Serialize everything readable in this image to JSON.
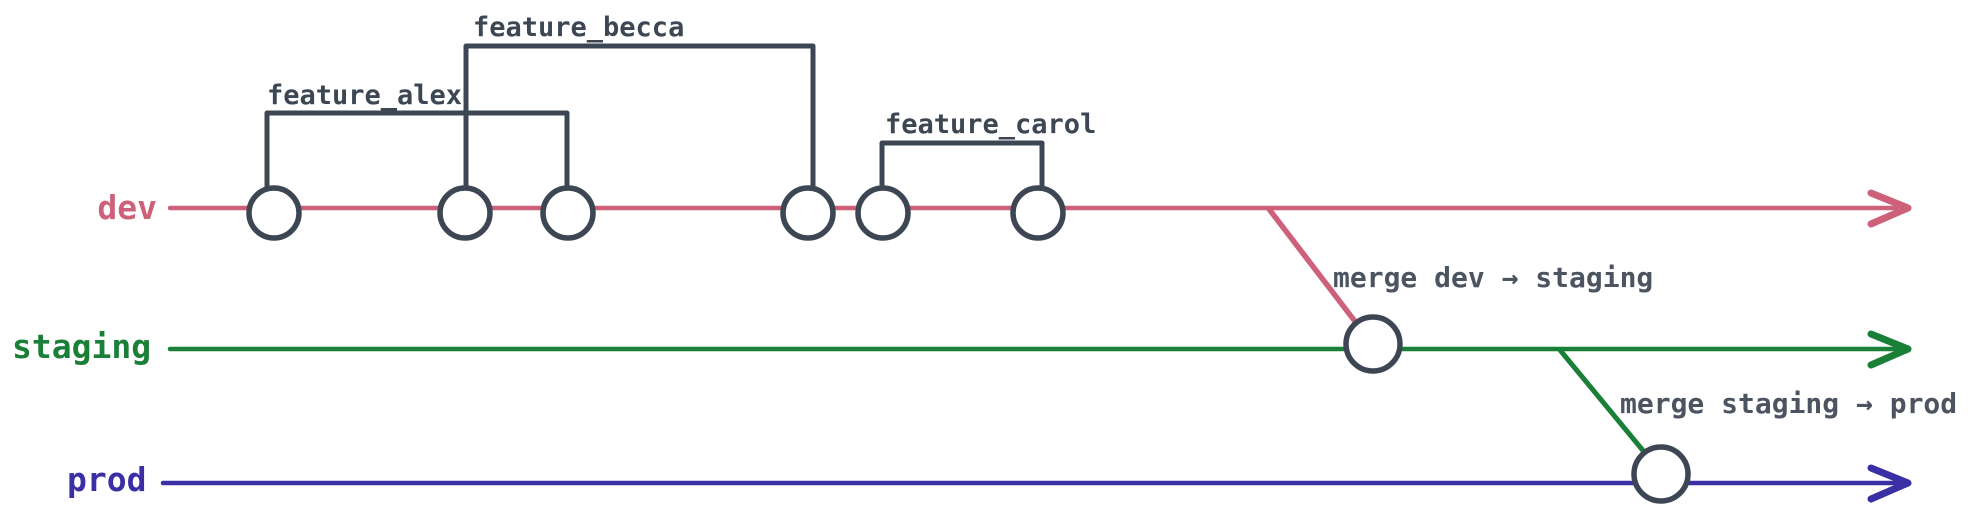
{
  "colors": {
    "dev": "#cd617a",
    "staging": "#1a7f37",
    "prod": "#3b2fa5",
    "outline": "#3d4754",
    "annotation": "#4b5460",
    "background": "#ffffff"
  },
  "branches": {
    "dev": {
      "label": "dev",
      "commit_circles": 6
    },
    "staging": {
      "label": "staging",
      "commit_circles": 1
    },
    "prod": {
      "label": "prod",
      "commit_circles": 1
    }
  },
  "features": {
    "alex": {
      "label": "feature_alex"
    },
    "becca": {
      "label": "feature_becca"
    },
    "carol": {
      "label": "feature_carol"
    }
  },
  "merges": {
    "dev_to_staging": {
      "label": "merge dev → staging"
    },
    "staging_to_prod": {
      "label": "merge staging → prod"
    }
  }
}
